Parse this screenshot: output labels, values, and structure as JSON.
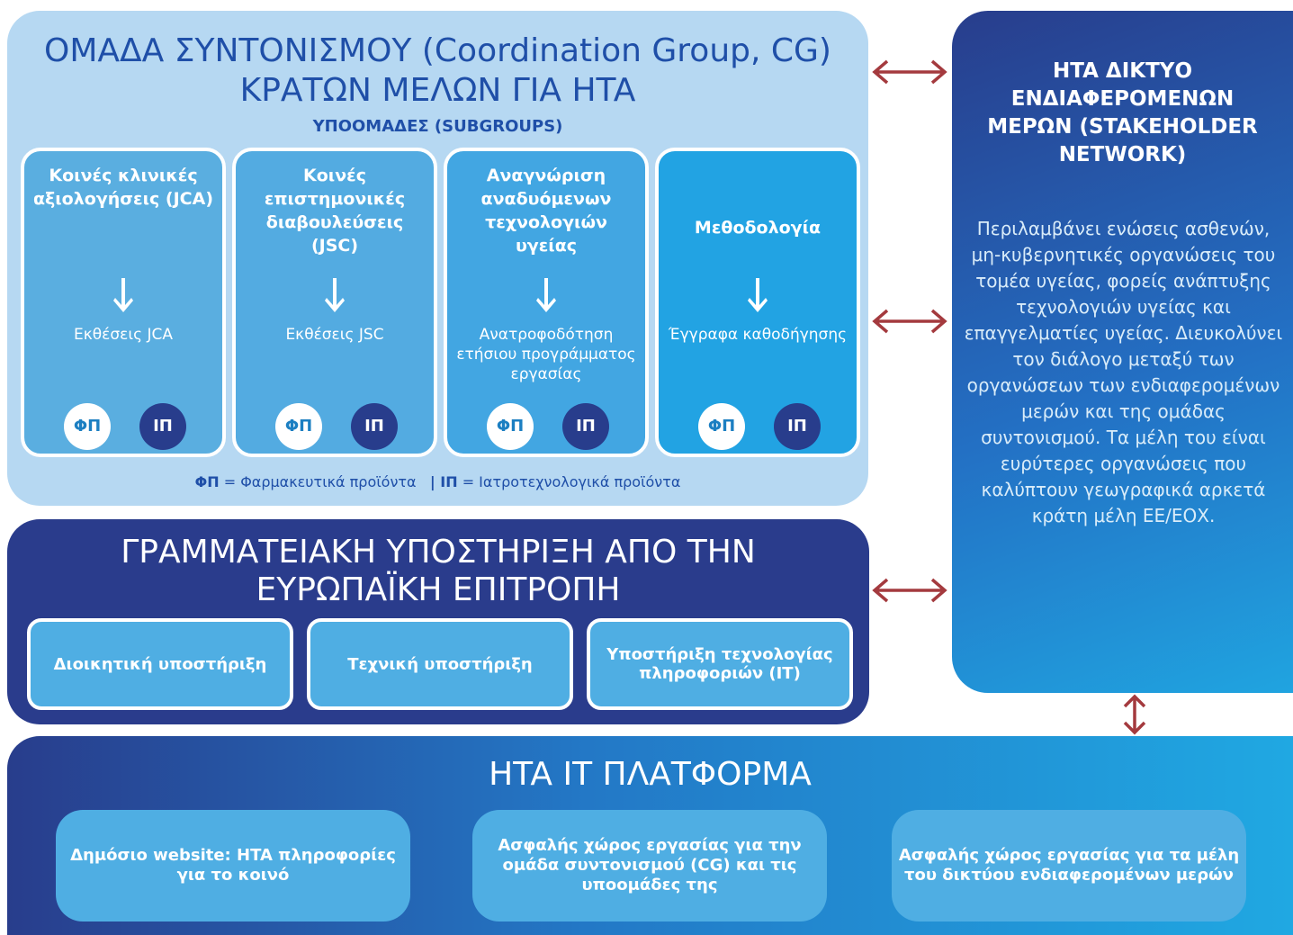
{
  "colors": {
    "light_panel": "#b6d8f2",
    "dark_navy": "#2a3c8c",
    "text_blue": "#1f4fa8",
    "subgroup_blue": "#4faee3",
    "connector_red": "#a43a3e"
  },
  "coordination_group": {
    "title_line1": "ΟΜΑΔΑ ΣΥΝΤΟΝΙΣΜΟΥ (Coordination Group, CG)",
    "title_line2": "ΚΡΑΤΩΝ ΜΕΛΩΝ ΓΙΑ HTA",
    "subtitle": "ΥΠΟΟΜΑΔΕΣ (SUBGROUPS)",
    "subgroups": [
      {
        "name": "Κοινές κλινικές αξιολογήσεις (JCA)",
        "output": "Εκθέσεις JCA",
        "fp": "ΦΠ",
        "ip": "ΙΠ",
        "color": "#5aaee0",
        "icon": "arrow-down-icon"
      },
      {
        "name": "Κοινές επιστημονικές διαβουλεύσεις (JSC)",
        "output": "Εκθέσεις JSC",
        "fp": "ΦΠ",
        "ip": "ΙΠ",
        "color": "#53abe1",
        "icon": "arrow-down-icon"
      },
      {
        "name": "Αναγνώριση αναδυόμενων τεχνολογιών υγείας",
        "output": "Ανατροφοδότηση ετήσιου προγράμματος εργασίας",
        "fp": "ΦΠ",
        "ip": "ΙΠ",
        "color": "#42a6e2",
        "icon": "arrow-down-icon"
      },
      {
        "name": "Μεθοδολογία",
        "output": "Έγγραφα καθοδήγησης",
        "fp": "ΦΠ",
        "ip": "ΙΠ",
        "color": "#22a3e3",
        "icon": "arrow-down-icon"
      }
    ],
    "legend": {
      "fp_abbr": "ΦΠ",
      "fp_text": "= Φαρμακευτικά προϊόντα",
      "ip_abbr": "| ΙΠ",
      "ip_text": "= Ιατροτεχνολογικά προϊόντα"
    }
  },
  "secretariat": {
    "title_line1": "ΓΡΑΜΜΑΤΕΙΑΚΗ ΥΠΟΣΤΗΡΙΞΗ ΑΠΟ ΤΗΝ",
    "title_line2": "ΕΥΡΩΠΑΪΚΗ ΕΠΙΤΡΟΠΗ",
    "services": [
      "Διοικητική υποστήριξη",
      "Τεχνική υποστήριξη",
      "Υποστήριξη τεχνολογίας πληροφοριών (IT)"
    ]
  },
  "stakeholder_network": {
    "title": "HTA ΔΙΚΤΥΟ ΕΝΔΙΑΦΕΡΟΜΕΝΩΝ ΜΕΡΩΝ (STAKEHOLDER NETWORK)",
    "body": "Περιλαμβάνει ενώσεις ασθενών, μη-κυβερνητικές οργανώσεις του τομέα υγείας, φορείς ανάπτυξης τεχνολογιών υγείας και επαγγελματίες υγείας. Διευκολύνει τον διάλογο μεταξύ των οργανώσεων των ενδιαφερομένων μερών και της ομάδας συντονισμού. Τα μέλη του είναι ευρύτερες οργανώσεις που καλύπτουν γεωγραφικά αρκετά κράτη μέλη ΕΕ/ΕΟΧ."
  },
  "platform": {
    "title": "HTA IT ΠΛΑΤΦΟΡΜΑ",
    "boxes": [
      "Δημόσιο website: HTA πληροφορίες για το κοινό",
      "Ασφαλής χώρος εργασίας για την ομάδα συντονισμού (CG) και τις υποομάδες της",
      "Ασφαλής χώρος εργασίας για τα μέλη του δικτύου ενδιαφερομένων μερών"
    ]
  }
}
